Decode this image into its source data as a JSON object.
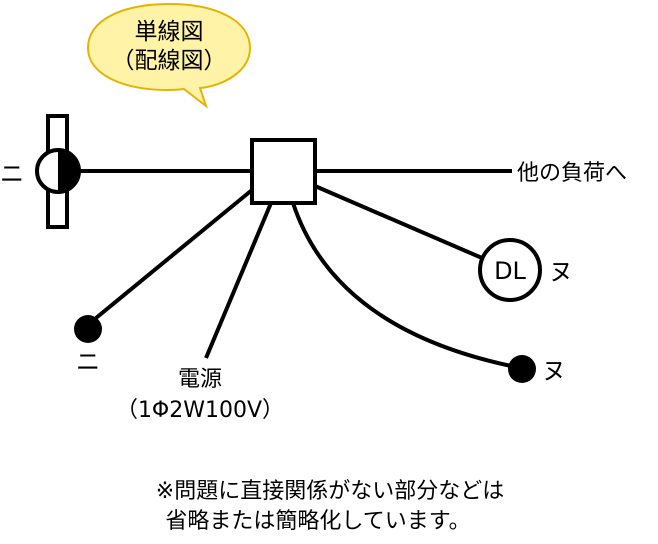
{
  "callout": {
    "line1": "単線図",
    "line2": "（配線図）"
  },
  "labels": {
    "switch_left": "ニ",
    "switch_bottom": "ニ",
    "other_load": "他の負荷へ",
    "downlight_text": "DL",
    "downlight_mark": "ヌ",
    "pendant_mark": "ヌ",
    "power_line1": "電源",
    "power_line2": "（1Φ2W100V）"
  },
  "note": {
    "line1": "※問題に直接関係がない部分などは",
    "line2": "省略または簡略化しています。"
  },
  "colors": {
    "callout_fill": "#FFF3A8",
    "callout_stroke": "#E5B400",
    "line": "#000000"
  }
}
